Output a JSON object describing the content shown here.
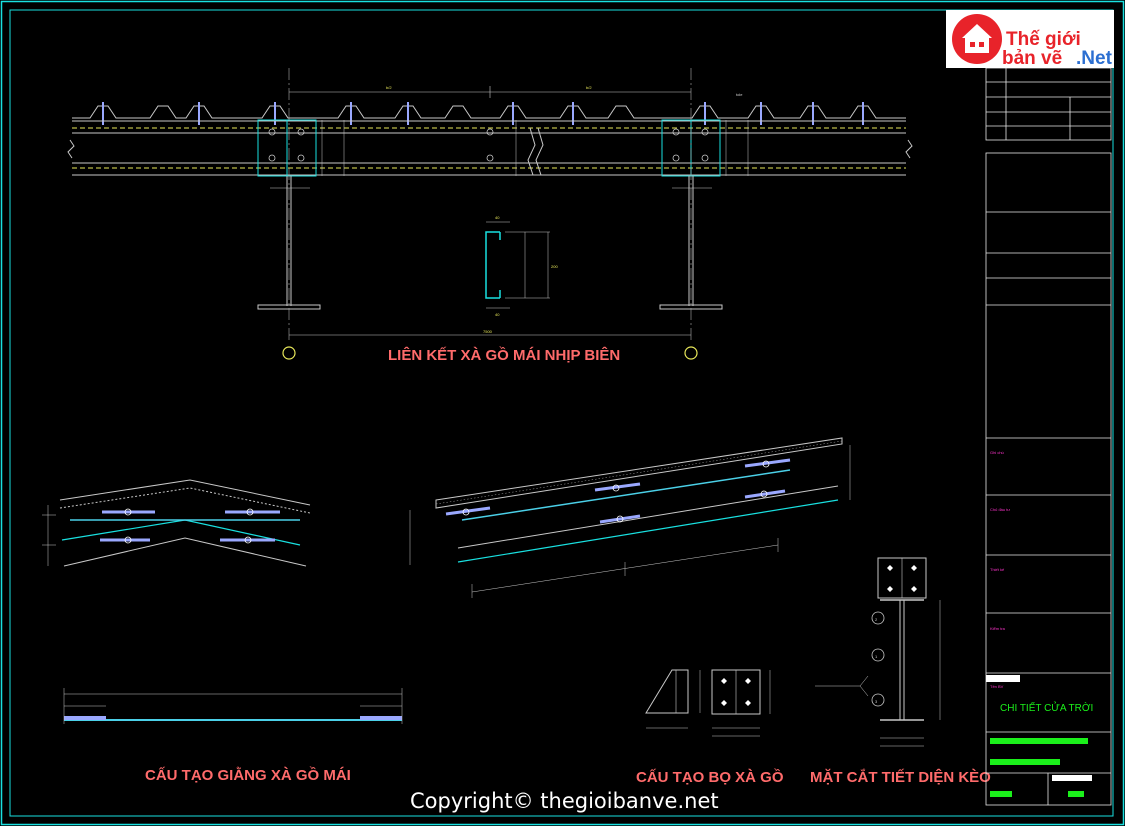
{
  "logo": {
    "line1": "Thế giới",
    "line2a": "bản vẽ",
    "line2b": ".Net"
  },
  "copyright": "Copyright© thegioibanve.net",
  "titles": {
    "lien_ket": "LIÊN KẾT XÀ GỒ MÁI NHỊP BIÊN",
    "cau_tao_giang": "CẤU TẠO GIẰNG XÀ GỒ MÁI",
    "cau_tao_bo": "CẤU TẠO BỌ XÀ GỒ",
    "mat_cat": "MẶT CẮT TIẾT DIỆN KÈO"
  },
  "top_view": {
    "dim_left": "b/2",
    "dim_right": "b/2",
    "dim_bottom": "7500",
    "tole_note": "tole"
  },
  "section": {
    "h": "200",
    "w1": "40",
    "w2": "40"
  },
  "title_block": {
    "drawing_name": "CHI TIẾT CỬA TRỜI",
    "pink_labels": [
      "Ghi chú",
      "Chủ đầu tư",
      "Thiết kế",
      "Kiểm tra",
      "Tên BV"
    ]
  },
  "callouts": [
    "1",
    "2",
    "3"
  ],
  "colors": {
    "background": "#000000",
    "frame": "#19e0e0",
    "title": "#ff6b6b",
    "green": "#1bf01b",
    "pink": "#ff33cc",
    "yellow": "#e8e85a"
  }
}
